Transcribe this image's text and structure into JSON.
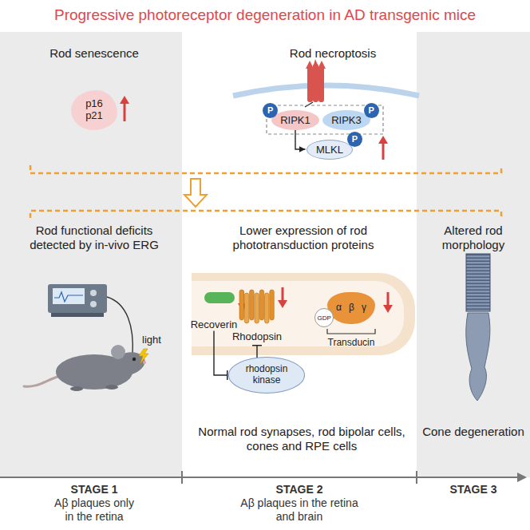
{
  "diagram": {
    "title": "Progressive photoreceptor degeneration in AD transgenic mice",
    "nodes": [
      {
        "text": [
          "p16",
          "p21"
        ]
      },
      {
        "text": [
          "RIPK1"
        ]
      },
      {
        "text": [
          "RIPK3"
        ]
      },
      {
        "text": [
          "MLKL"
        ]
      },
      {
        "text": [
          "P"
        ],
        "in": 1
      },
      {
        "text": [
          "P"
        ],
        "in": 2
      },
      {
        "text": [
          "P"
        ],
        "in": 3
      },
      {
        "text": [
          "Recoverin"
        ]
      },
      {
        "text": [
          "Rhodopsin"
        ]
      },
      {
        "text": [
          "α",
          "β",
          "γ"
        ]
      },
      {
        "text": [
          "GDP"
        ],
        "in": 9
      },
      {
        "text": [
          "rhodopsin kinase"
        ]
      }
    ],
    "edges": [
      {
        "from": 1,
        "to": 3,
        "arrow": "to"
      },
      {
        "from": 7,
        "to": 11,
        "arrow": "to"
      },
      {
        "from": 11,
        "to": 8,
        "arrow": "to"
      }
    ],
    "labels": [
      "Rod senescence",
      "Rod necroptosis",
      "Rod functional deficits detected by in-vivo ERG",
      "Lower expression of rod phototransduction proteins",
      "Altered rod morphology",
      "light",
      "Transducin",
      "Normal rod synapses, rod bipolar cells, cones and RPE cells",
      "Cone degeneration",
      "STAGE 1",
      "Aβ plaques only in the retina",
      "STAGE 2",
      "Aβ plaques in the retina and brain",
      "STAGE 3"
    ]
  }
}
